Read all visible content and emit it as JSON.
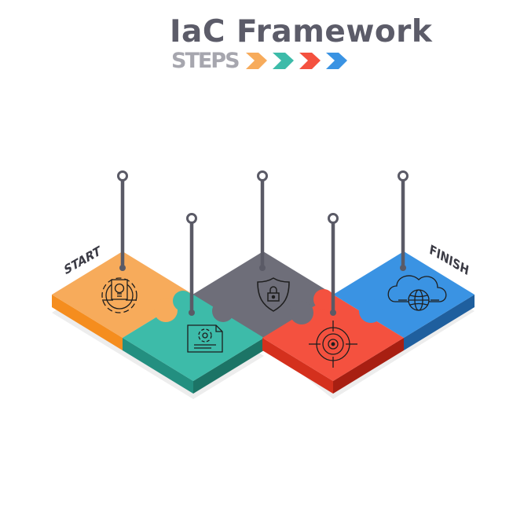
{
  "title": "IaC Framework",
  "subtitle": "STEPS",
  "start_label": "START",
  "finish_label": "FINISH",
  "colors": {
    "title": "#5c5c69",
    "subtitle": "#a6a6ae",
    "orange": "#f7ab5b",
    "teal": "#3dbba9",
    "gray": "#6e6e79",
    "red": "#f4513f",
    "blue": "#3a93e3",
    "pin": "#5a5a66"
  },
  "chevrons": [
    {
      "color": "#f7ab5b"
    },
    {
      "color": "#3dbba9"
    },
    {
      "color": "#f4513f"
    },
    {
      "color": "#3a93e3"
    }
  ],
  "steps": [
    {
      "color": "#f7ab5b",
      "icon": "idea-gear-icon"
    },
    {
      "color": "#3dbba9",
      "icon": "document-gear-icon"
    },
    {
      "color": "#6e6e79",
      "icon": "security-shield-lock-icon"
    },
    {
      "color": "#f4513f",
      "icon": "target-crosshair-icon"
    },
    {
      "color": "#3a93e3",
      "icon": "cloud-globe-icon"
    }
  ]
}
